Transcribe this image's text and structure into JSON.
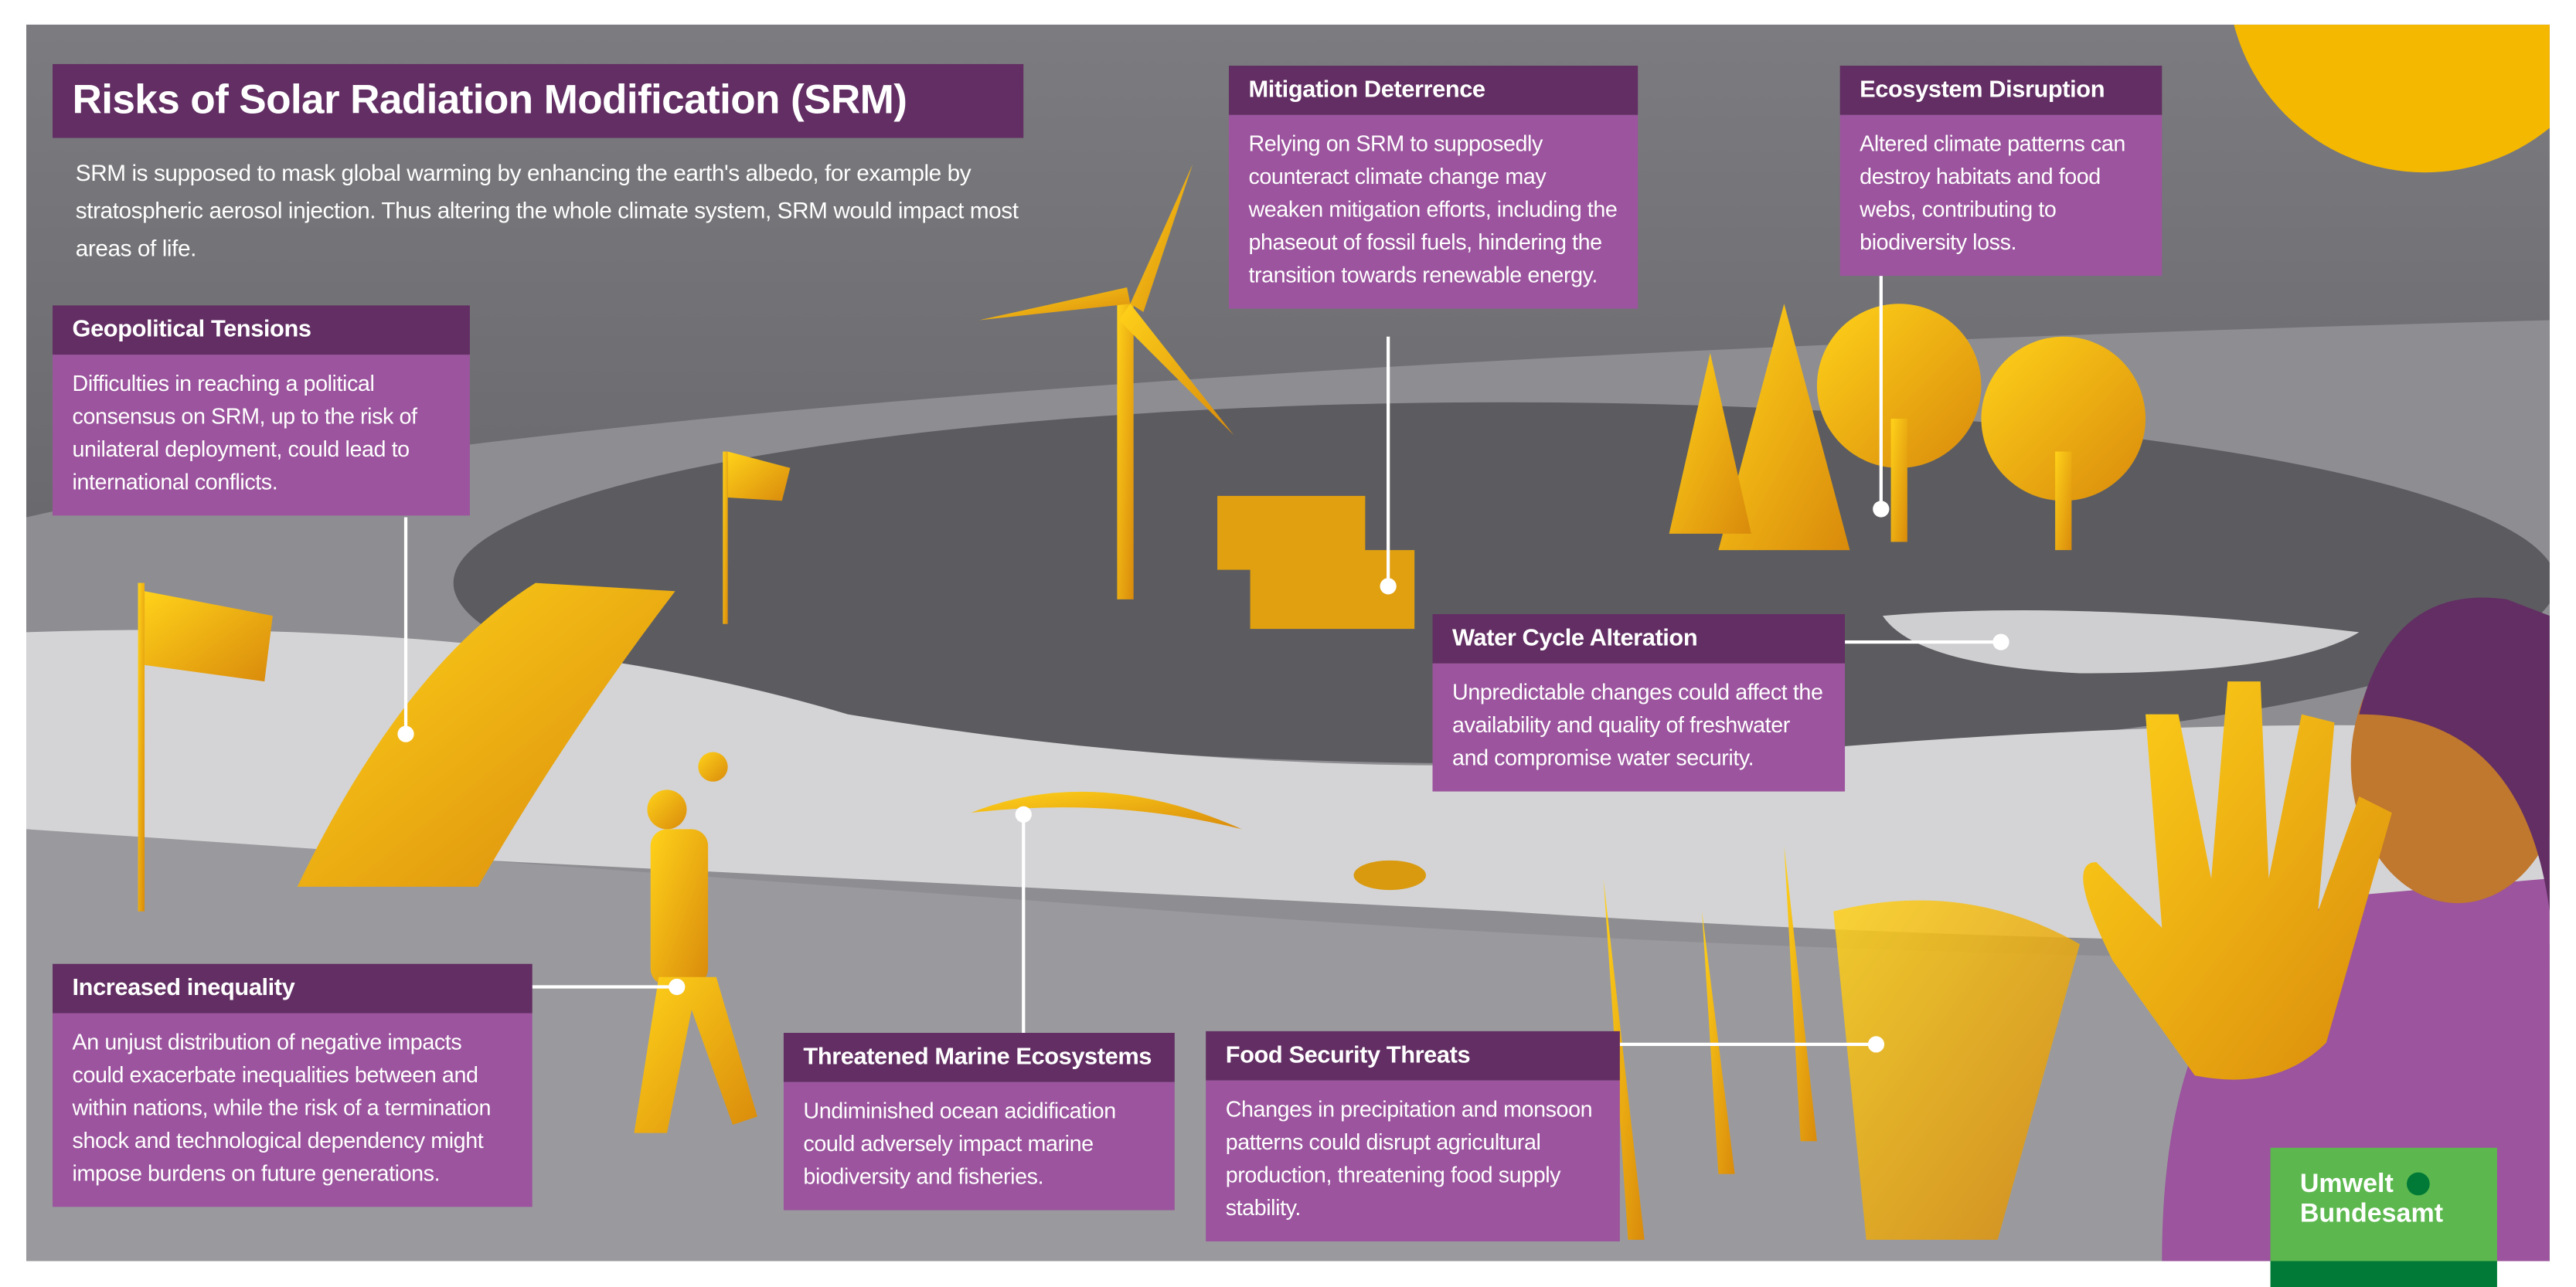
{
  "title": "Risks of Solar Radiation Modification  (SRM)",
  "intro": "SRM is supposed to mask global warming by enhancing the earth's albedo, for example by stratospheric aerosol injection. Thus altering the whole climate system, SRM would impact most areas of life.",
  "risks": [
    {
      "heading": "Geopolitical Tensions",
      "text": "Difficulties in reaching a political consensus on SRM, up to the risk of unilateral deployment, could lead to international conflicts."
    },
    {
      "heading": "Mitigation Deterrence",
      "text": "Relying on SRM to supposedly counteract climate change may weaken mitigation efforts, including the phaseout of fossil fuels, hindering the transition towards renewable energy."
    },
    {
      "heading": "Ecosystem Disruption",
      "text": "Altered climate patterns can destroy habitats and food webs, contributing to biodiversity loss."
    },
    {
      "heading": "Water Cycle Alteration",
      "text": "Unpredictable changes could affect the availability and quality of freshwater and compromise water security."
    },
    {
      "heading": "Increased inequality",
      "text": "An unjust distribution of negative impacts could exacerbate inequalities between and within nations, while the risk of a termination shock and technological dependency might impose burdens on future generations."
    },
    {
      "heading": "Threatened Marine Ecosystems",
      "text": "Undiminished ocean acidification could adversely impact marine biodiversity and fisheries."
    },
    {
      "heading": "Food Security Threats",
      "text": "Changes in precipitation and monsoon patterns could disrupt agricultural production, threatening food supply stability."
    }
  ],
  "logo": {
    "line1": "Umwelt",
    "line2": "Bundesamt"
  },
  "colors": {
    "header": "#622e63",
    "body": "#9b549d",
    "accent": "#f5b800",
    "logo_green": "#5cb84e",
    "logo_dark": "#017a37"
  }
}
